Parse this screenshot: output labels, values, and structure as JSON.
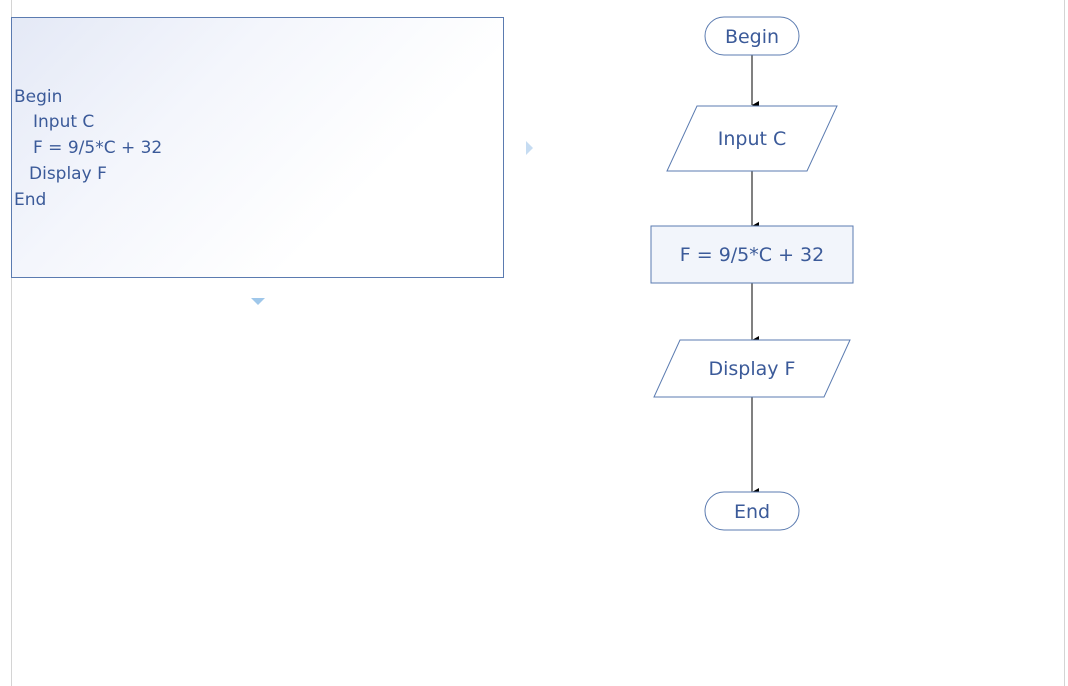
{
  "pseudocode": {
    "lines": [
      "Begin",
      "Input C",
      "F = 9/5*C + 32",
      "Display F",
      "End"
    ]
  },
  "flowchart": {
    "nodes": [
      {
        "id": "begin",
        "shape": "terminator",
        "label": "Begin"
      },
      {
        "id": "input",
        "shape": "parallelogram",
        "label": "Input C"
      },
      {
        "id": "process",
        "shape": "rectangle",
        "label": "F = 9/5*C + 32"
      },
      {
        "id": "display",
        "shape": "parallelogram",
        "label": "Display F"
      },
      {
        "id": "end",
        "shape": "terminator",
        "label": "End"
      }
    ],
    "edges": [
      {
        "from": "begin",
        "to": "input"
      },
      {
        "from": "input",
        "to": "process"
      },
      {
        "from": "process",
        "to": "display"
      },
      {
        "from": "display",
        "to": "end"
      }
    ]
  },
  "colors": {
    "stroke": "#5b7bb0",
    "text": "#3b5a99",
    "process_fill": "#f2f5fb",
    "arrow": "#000000"
  }
}
